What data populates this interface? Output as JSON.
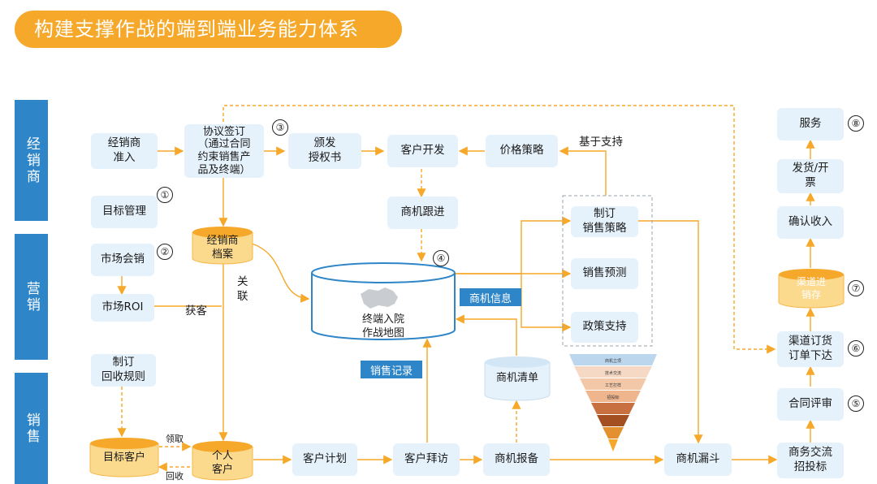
{
  "title": "构建支撑作战的端到端业务能力体系",
  "lanes": {
    "dealer": "经销商",
    "marketing": "营销",
    "sales": "销售"
  },
  "nodes": {
    "dealer_entry": "经销商\n准入",
    "agreement": "协议签订\n（通过合同\n约束销售产\n品及终端）",
    "authorization": "颁发\n授权书",
    "customer_dev": "客户开发",
    "price_strategy": "价格策略",
    "target_mgmt": "目标管理",
    "dealer_archive": "经销商\n档案",
    "opp_follow": "商机跟进",
    "sales_strategy": "制订\n销售策略",
    "sales_forecast": "销售预测",
    "policy_support": "政策支持",
    "market_meeting": "市场会销",
    "market_roi": "市场ROI",
    "terminal_map": "终端入院\n作战地图",
    "opp_info": "商机信息",
    "sales_record": "销售记录",
    "opp_list": "商机清单",
    "recall_rules": "制订\n回收规则",
    "target_customer": "目标客户",
    "personal_customer": "个人\n客户",
    "customer_plan": "客户计划",
    "customer_visit": "客户拜访",
    "opp_report": "商机报备",
    "opp_funnel": "商机漏斗",
    "biz_exchange": "商务交流\n招投标",
    "contract_review": "合同评审",
    "channel_order": "渠道订货\n订单下达",
    "channel_inventory": "渠道进\n销存",
    "confirm_revenue": "确认收入",
    "ship_invoice": "发货/开\n票",
    "service": "服务"
  },
  "labels": {
    "basis_support": "基于支持",
    "related": "关\n联",
    "acquire": "获客",
    "claim": "领取",
    "recall": "回收"
  },
  "numbers": [
    "①",
    "②",
    "③",
    "④",
    "⑤",
    "⑥",
    "⑦",
    "⑧"
  ],
  "funnel_labels": [
    "商机立项",
    "技术交流",
    "工艺打样",
    "招投标"
  ],
  "colors": {
    "accent": "#f5a829",
    "lane": "#2e86c8",
    "box": "#e6f2fb",
    "arrow": "#f5a829"
  }
}
